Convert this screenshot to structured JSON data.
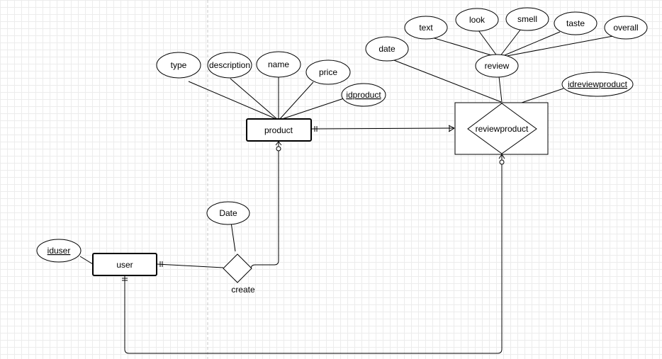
{
  "entities": {
    "product": "product",
    "user": "user",
    "reviewproduct": "reviewproduct"
  },
  "relationships": {
    "create": "create"
  },
  "attributes": {
    "type": "type",
    "description": "description",
    "name": "name",
    "price": "price",
    "idproduct": "idproduct",
    "date": "date",
    "text": "text",
    "look": "look",
    "smell": "smell",
    "taste": "taste",
    "overall": "overall",
    "review": "review",
    "idreviewproduct": "idreviewproduct",
    "Date": "Date",
    "iduser": "iduser"
  }
}
